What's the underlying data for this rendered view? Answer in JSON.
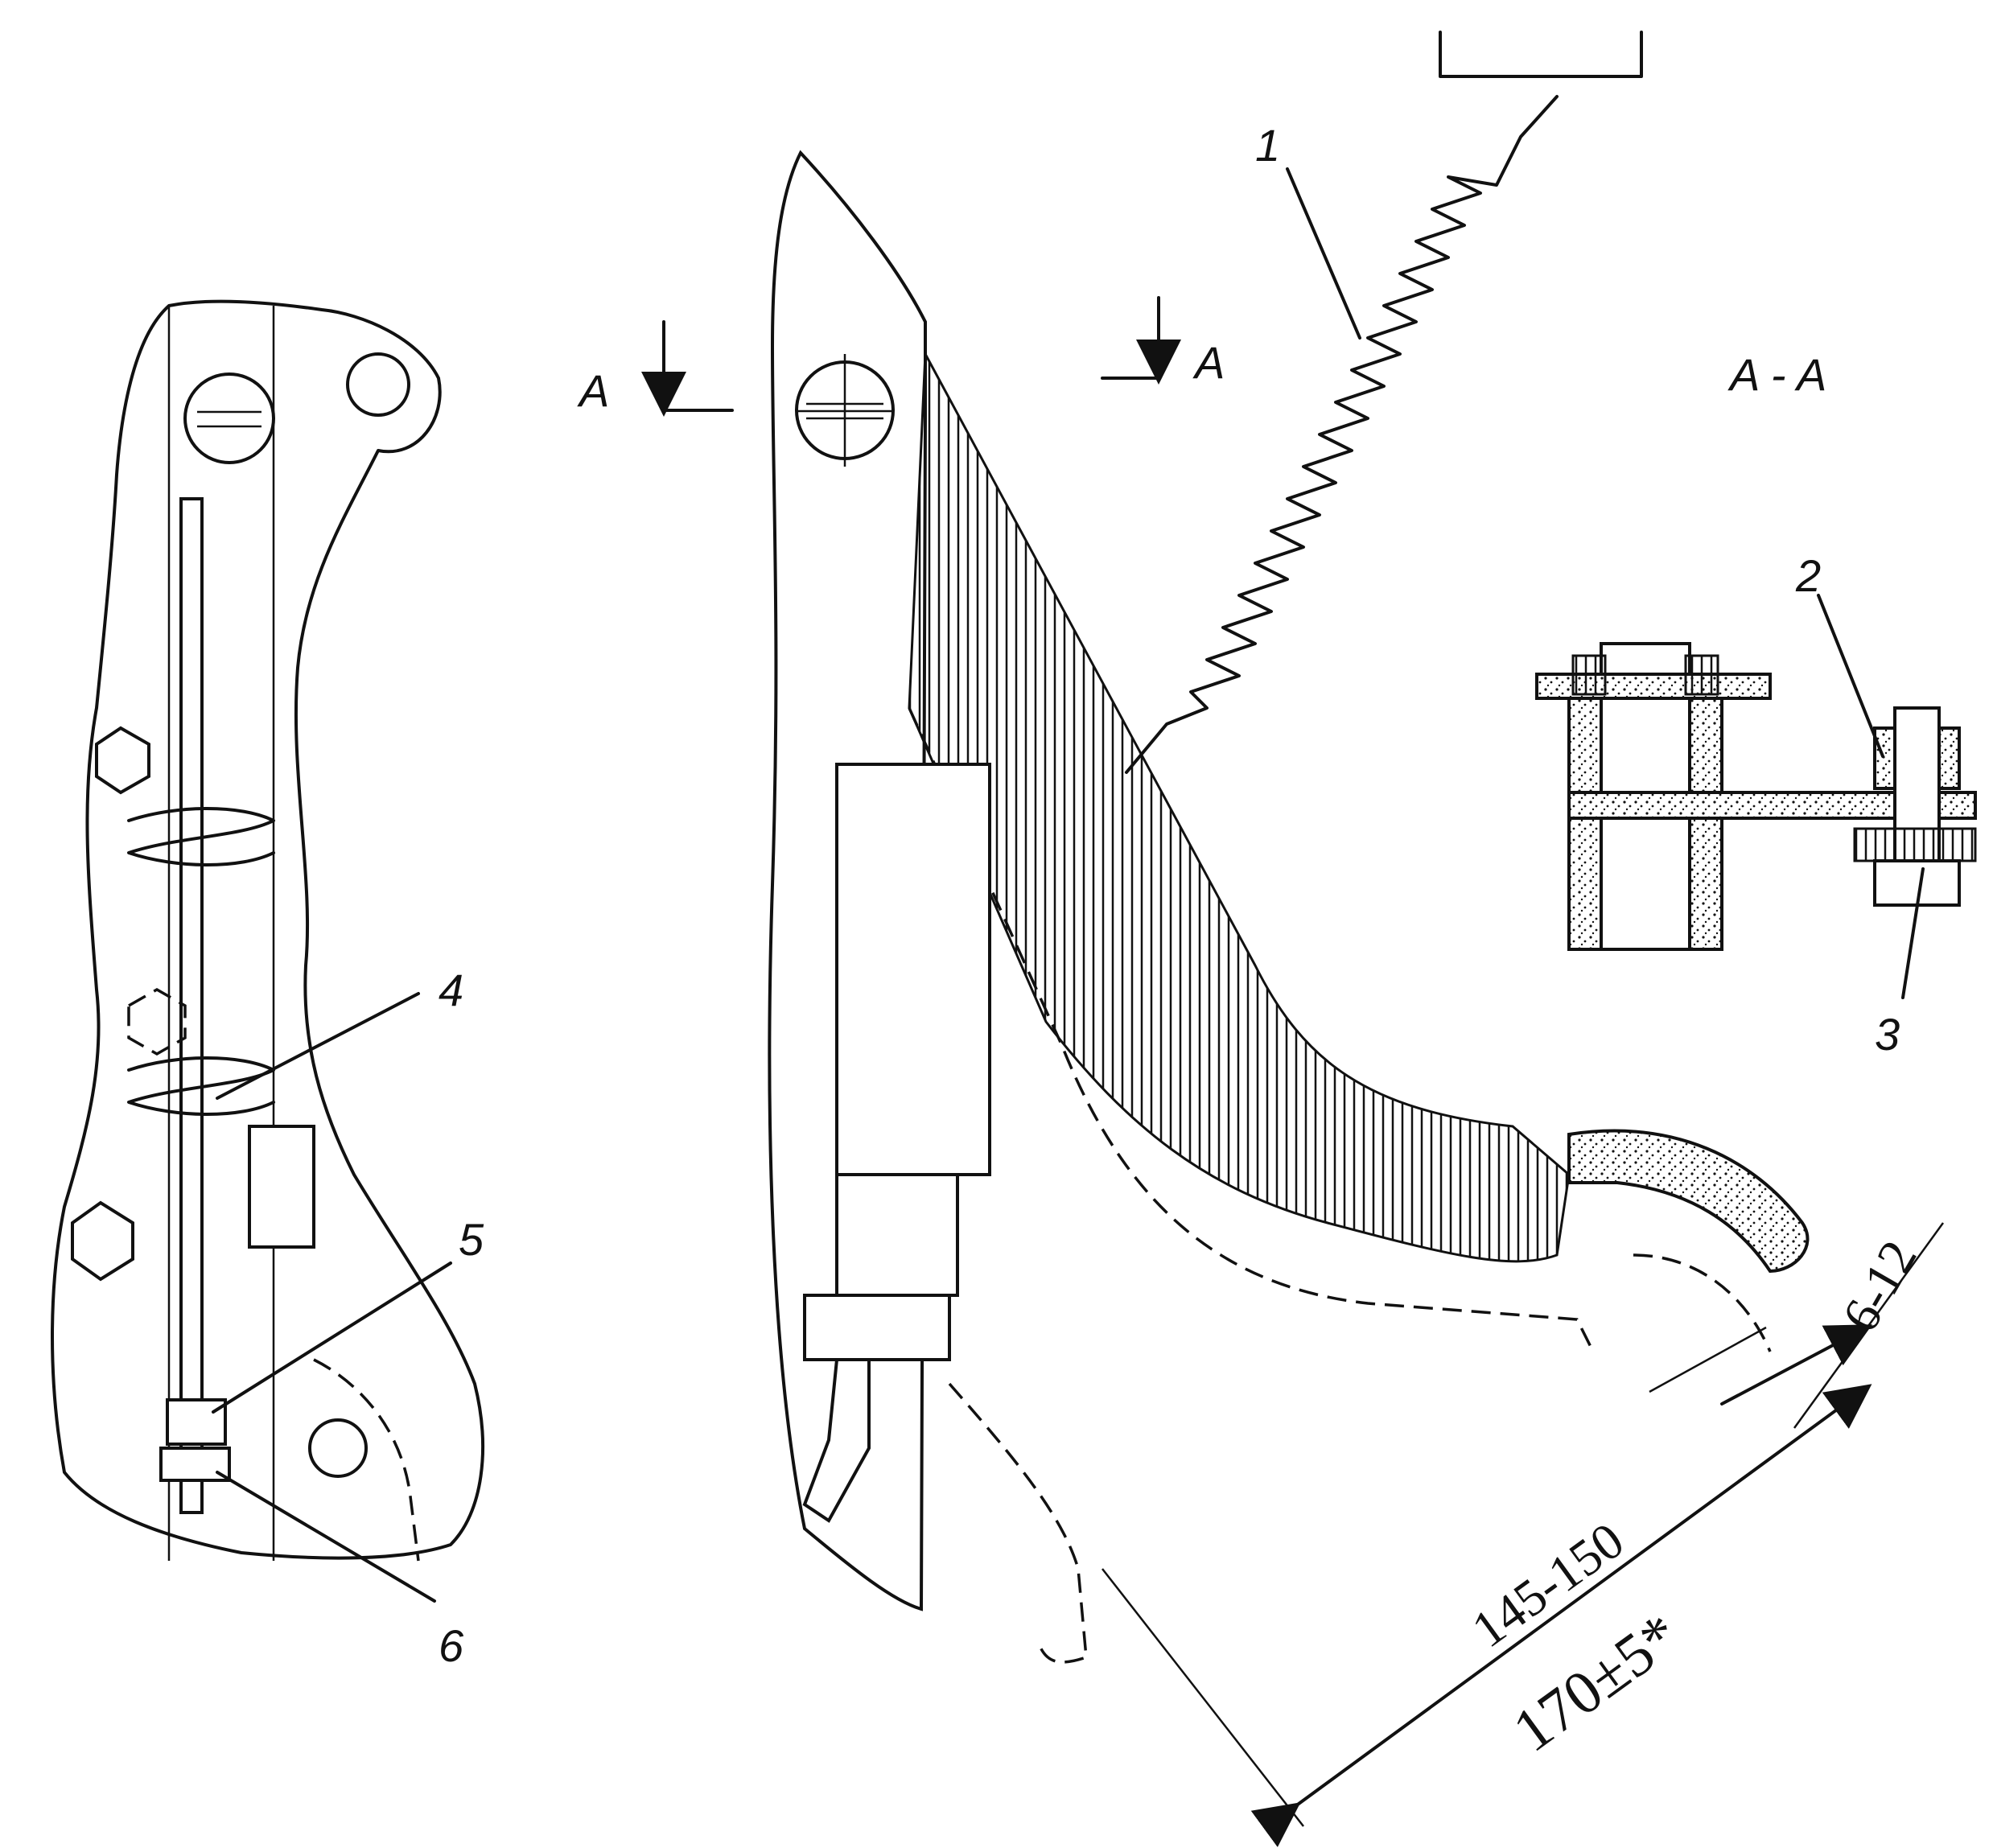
{
  "labels": {
    "callout_1": "1",
    "callout_2": "2",
    "callout_3": "3",
    "callout_4": "4",
    "callout_5": "5",
    "callout_6": "6",
    "section_left": "A",
    "section_right": "A",
    "section_view_title": "A - A"
  },
  "dimensions": {
    "free_play": "6-12",
    "travel_short": "145-150",
    "travel_full": "170±5*"
  }
}
